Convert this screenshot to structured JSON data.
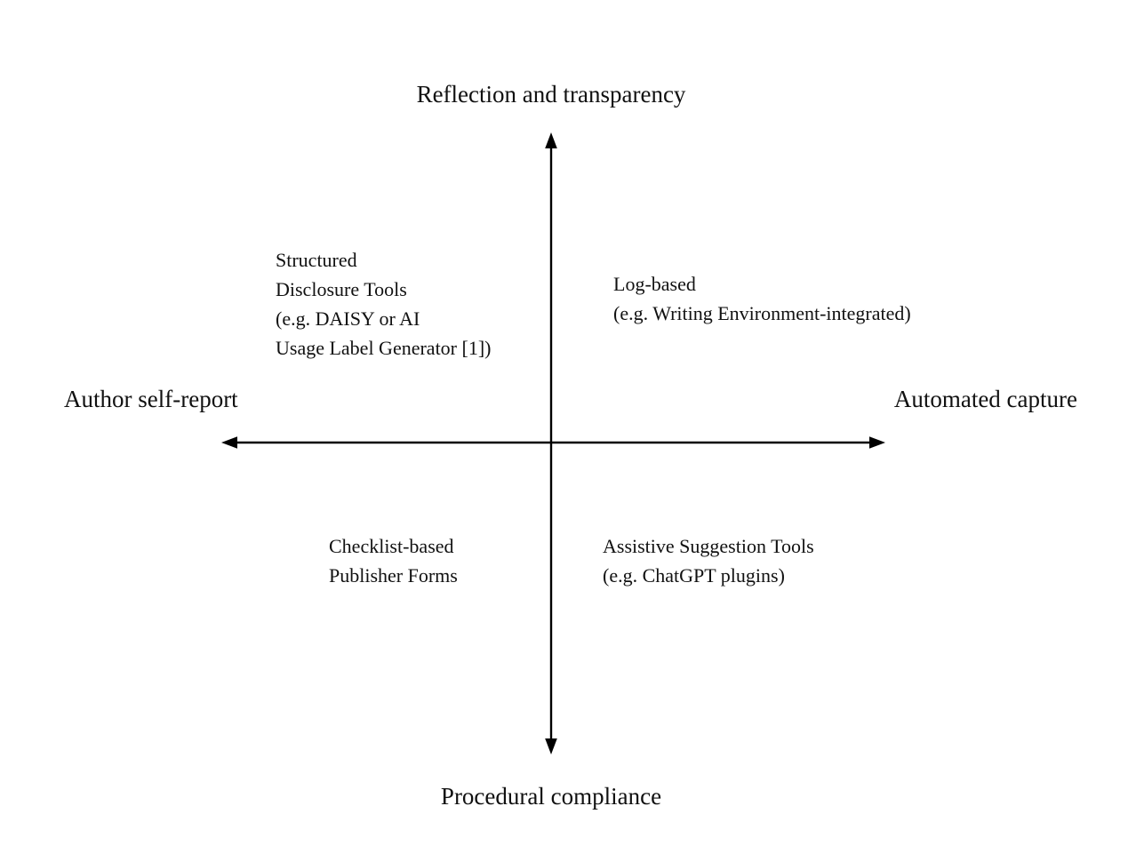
{
  "axes": {
    "top": "Reflection and transparency",
    "bottom": "Procedural compliance",
    "left": "Author self-report",
    "right": "Automated capture"
  },
  "quadrants": {
    "top_left": "Structured\nDisclosure Tools\n(e.g. DAISY or AI\nUsage Label Generator [1])",
    "top_right": "Log-based\n(e.g. Writing Environment-integrated)",
    "bottom_left": "Checklist-based\nPublisher Forms",
    "bottom_right": "Assistive Suggestion Tools\n(e.g. ChatGPT plugins)"
  },
  "colors": {
    "axis": "#000000",
    "text": "#111111",
    "background": "#ffffff"
  }
}
